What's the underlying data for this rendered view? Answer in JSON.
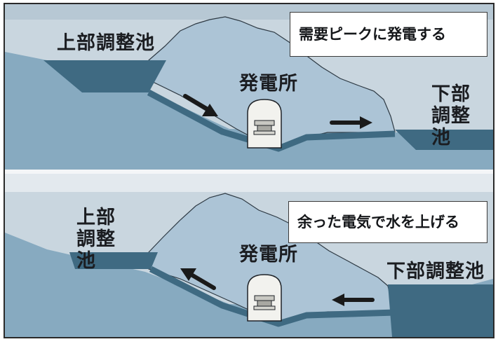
{
  "colors": {
    "sky": "#c6d3dc",
    "water": "#3f6a82",
    "mountain": "#abc3d5",
    "ground": "#86a9be",
    "penstock": "#3f6a82",
    "arrow": "#1a1a1a"
  },
  "panels": [
    {
      "caption": "需要ピークに発電する",
      "upper_reservoir": "上部調整池",
      "power_station": "発電所",
      "lower_reservoir": "下部調整池",
      "flow_direction": "upper-to-lower"
    },
    {
      "caption": "余った電気で水を上げる",
      "upper_reservoir": "上部調整池",
      "power_station": "発電所",
      "lower_reservoir": "下部調整池",
      "flow_direction": "lower-to-upper"
    }
  ]
}
